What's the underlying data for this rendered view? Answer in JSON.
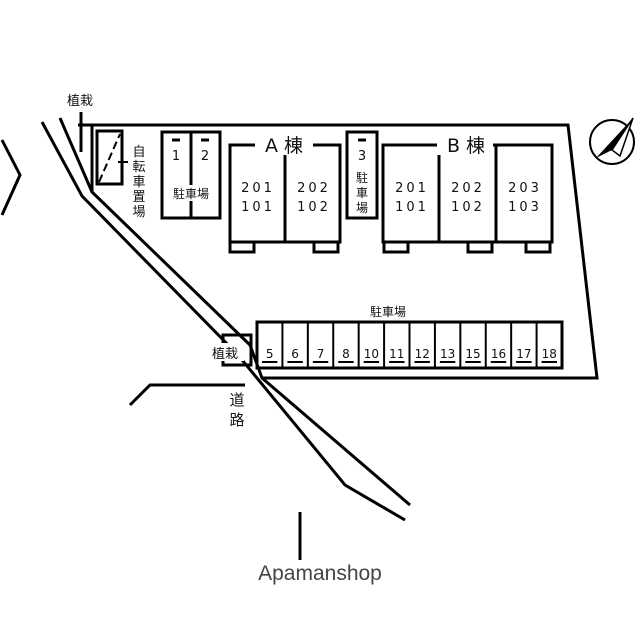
{
  "labels": {
    "planting_top": "植栽",
    "planting_bottom": "植栽",
    "bicycle_parking": [
      "自",
      "転",
      "車",
      "置",
      "場"
    ],
    "parking_label": "駐車場",
    "parking_3_vertical": [
      "駐",
      "車",
      "場"
    ],
    "road": [
      "道",
      "路"
    ],
    "building_a": "A 棟",
    "building_b": "B 棟"
  },
  "parking_top": [
    "1",
    "2",
    "3"
  ],
  "building_a_units": [
    {
      "upper": "201",
      "lower": "101"
    },
    {
      "upper": "202",
      "lower": "102"
    }
  ],
  "building_b_units": [
    {
      "upper": "201",
      "lower": "101"
    },
    {
      "upper": "202",
      "lower": "102"
    },
    {
      "upper": "203",
      "lower": "103"
    }
  ],
  "parking_bottom": [
    "5",
    "6",
    "7",
    "8",
    "10",
    "11",
    "12",
    "13",
    "15",
    "16",
    "17",
    "18"
  ],
  "compass_icon": "north-arrow",
  "watermark": "Apamanshop"
}
